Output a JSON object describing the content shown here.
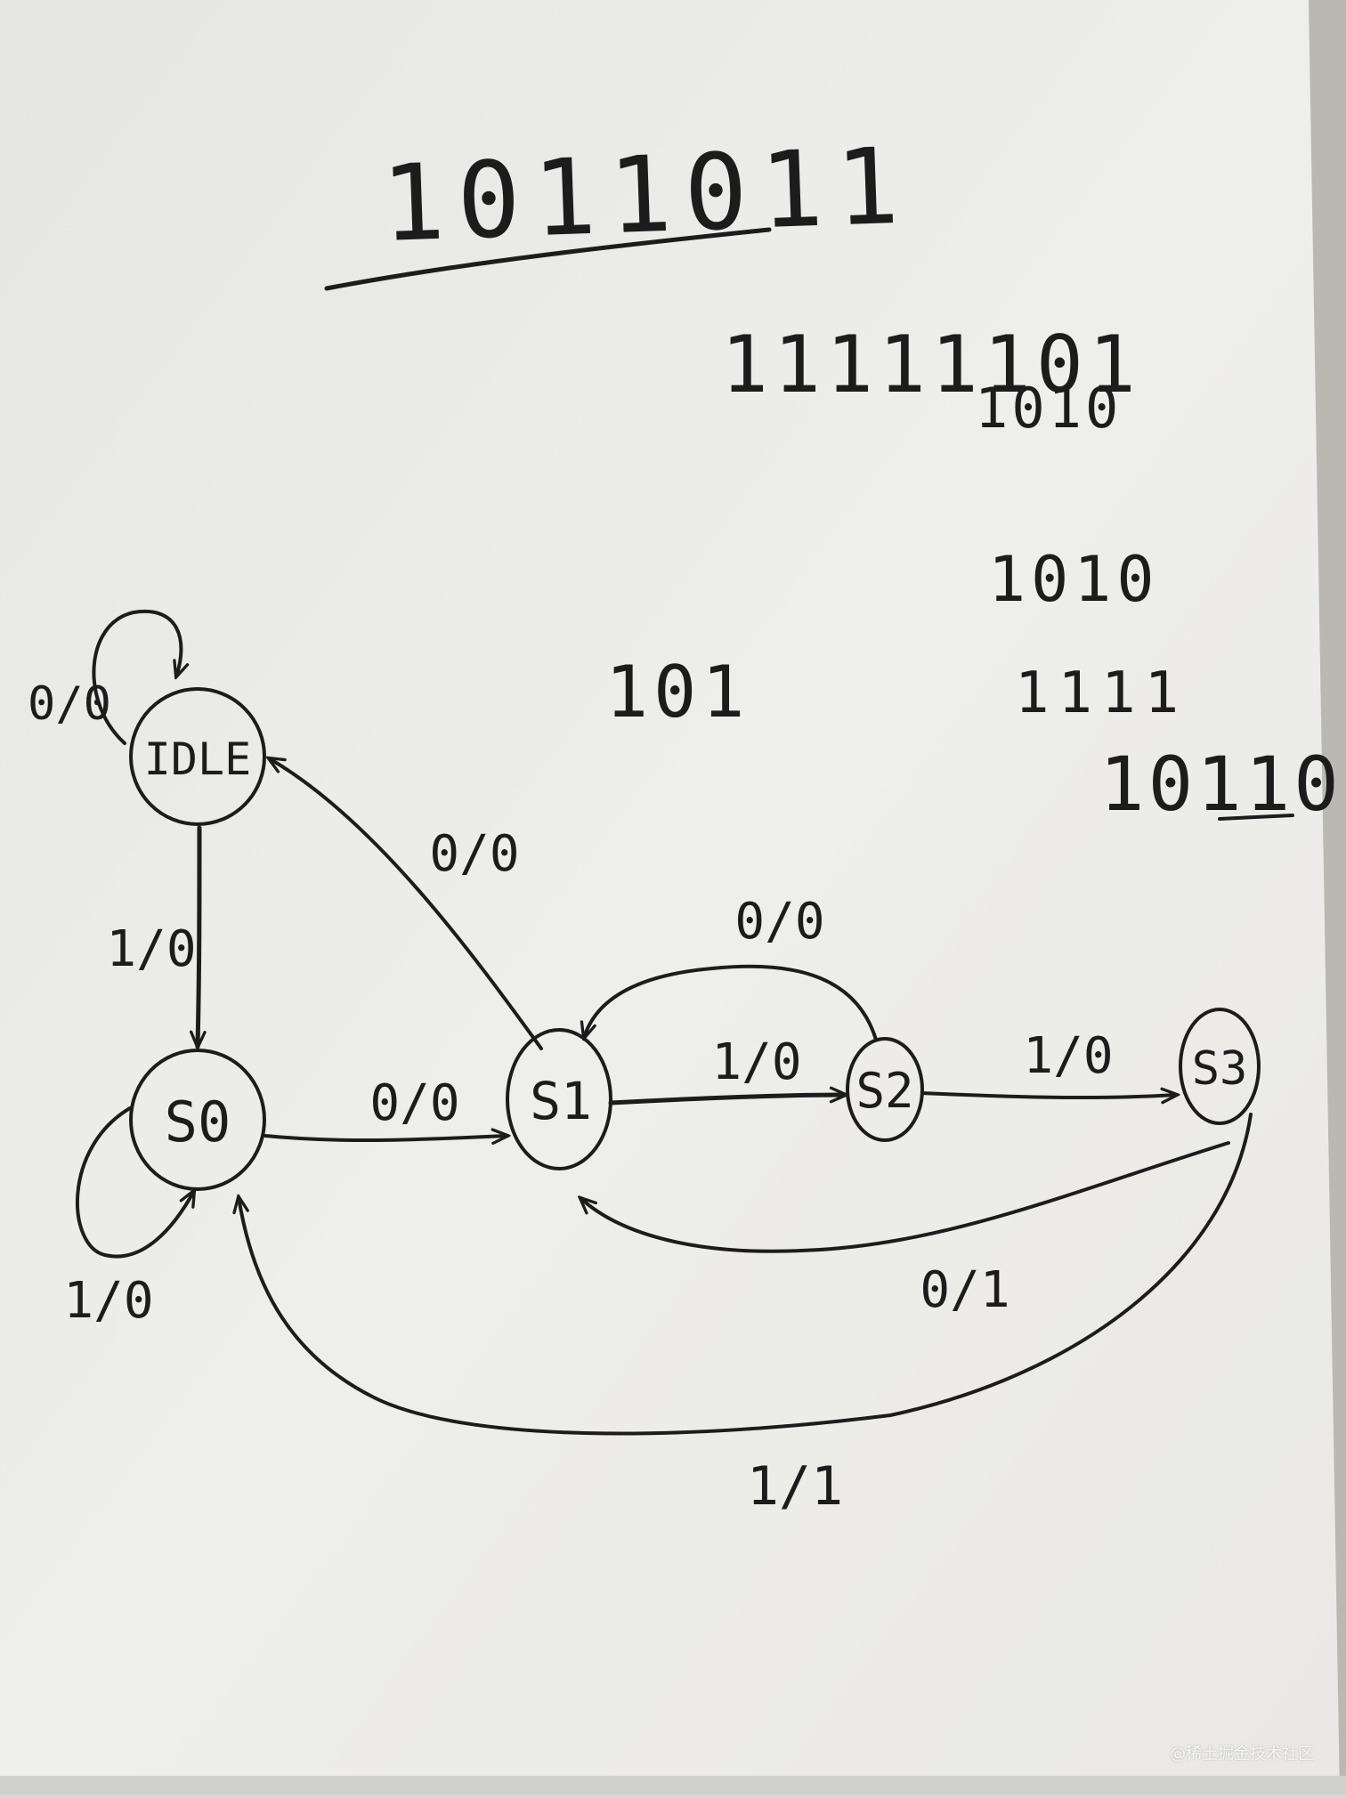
{
  "header": {
    "sequence": "1011011"
  },
  "notes": [
    "11111101",
    "1010",
    "1010",
    "1111",
    "10110",
    "101"
  ],
  "states": [
    {
      "id": "IDLE",
      "label": "IDLE"
    },
    {
      "id": "S0",
      "label": "S0"
    },
    {
      "id": "S1",
      "label": "S1"
    },
    {
      "id": "S2",
      "label": "S2"
    },
    {
      "id": "S3",
      "label": "S3"
    }
  ],
  "transitions": [
    {
      "from": "IDLE",
      "to": "IDLE",
      "label": "0/0"
    },
    {
      "from": "IDLE",
      "to": "S0",
      "label": "1/0"
    },
    {
      "from": "S1",
      "to": "IDLE",
      "label": "0/0"
    },
    {
      "from": "S0",
      "to": "S0",
      "label": "1/0"
    },
    {
      "from": "S0",
      "to": "S1",
      "label": "0/0"
    },
    {
      "from": "S1",
      "to": "S2",
      "label": "1/0"
    },
    {
      "from": "S2",
      "to": "S1",
      "label": "0/0"
    },
    {
      "from": "S2",
      "to": "S3",
      "label": "1/0"
    },
    {
      "from": "S3",
      "to": "S1",
      "label": "0/1"
    },
    {
      "from": "S3",
      "to": "S0",
      "label": "1/1"
    }
  ],
  "watermark": "@稀土掘金技术社区",
  "colors": {
    "paper": "#ecebe8",
    "ink": "#1c1c1c"
  }
}
